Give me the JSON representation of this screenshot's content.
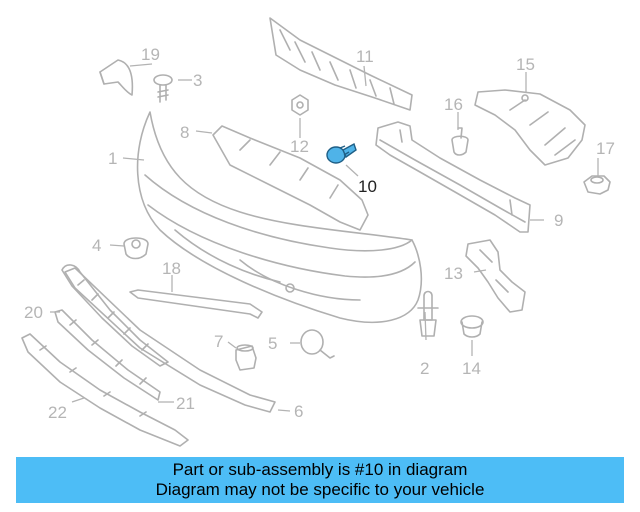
{
  "callouts": {
    "c1": "1",
    "c2": "2",
    "c3": "3",
    "c4": "4",
    "c5": "5",
    "c6": "6",
    "c7": "7",
    "c8": "8",
    "c9": "9",
    "c10": "10",
    "c11": "11",
    "c12": "12",
    "c13": "13",
    "c14": "14",
    "c15": "15",
    "c16": "16",
    "c17": "17",
    "c18": "18",
    "c19": "19",
    "c20": "20",
    "c21": "21",
    "c22": "22"
  },
  "highlight": {
    "part": "10",
    "color": "#4fb3e8"
  },
  "banner": {
    "line1": "Part or sub-assembly is #10 in diagram",
    "line2": "Diagram may not be specific to your vehicle",
    "color": "#4dbdf6"
  }
}
